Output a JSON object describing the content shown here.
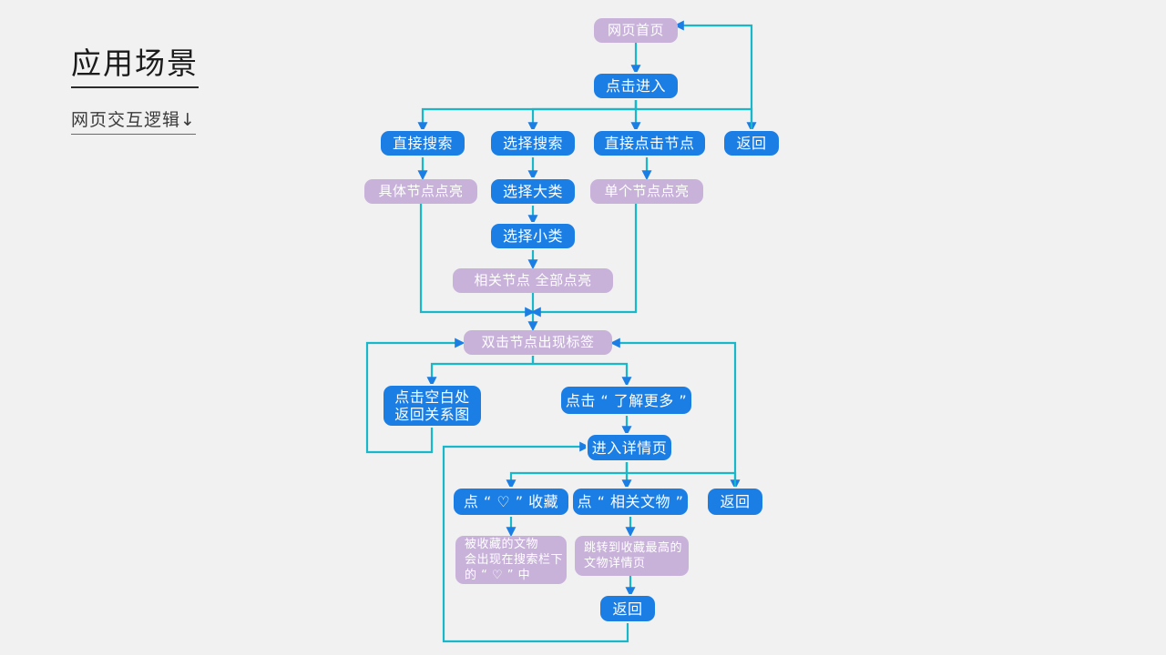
{
  "page": {
    "background_color": "#f1f1f1",
    "title": "应用场景",
    "subtitle": "网页交互逻辑↓"
  },
  "palette": {
    "blue_node": "#1a7ee5",
    "purple_node": "#c8b2da",
    "connector": "#17b8c9",
    "arrowhead": "#1a7ee5",
    "text_on_node": "#ffffff",
    "heading_text": "#1b1b1b"
  },
  "flow": {
    "nodes": [
      {
        "id": "home",
        "label": "网页首页",
        "type": "purple"
      },
      {
        "id": "enter",
        "label": "点击进入",
        "type": "blue"
      },
      {
        "id": "direct_search",
        "label": "直接搜索",
        "type": "blue"
      },
      {
        "id": "select_search",
        "label": "选择搜索",
        "type": "blue"
      },
      {
        "id": "click_node",
        "label": "直接点击节点",
        "type": "blue"
      },
      {
        "id": "back_top",
        "label": "返回",
        "type": "blue"
      },
      {
        "id": "node_lit",
        "label": "具体节点点亮",
        "type": "purple"
      },
      {
        "id": "pick_major",
        "label": "选择大类",
        "type": "blue"
      },
      {
        "id": "single_lit",
        "label": "单个节点点亮",
        "type": "purple"
      },
      {
        "id": "pick_minor",
        "label": "选择小类",
        "type": "blue"
      },
      {
        "id": "all_lit",
        "label": "相关节点 全部点亮",
        "type": "purple"
      },
      {
        "id": "dblclick_tag",
        "label": "双击节点出现标签",
        "type": "purple"
      },
      {
        "id": "blank_back",
        "label": "点击空白处\n返回关系图",
        "type": "blue"
      },
      {
        "id": "learn_more",
        "label": "点击 “ 了解更多 ”",
        "type": "blue"
      },
      {
        "id": "detail_page",
        "label": "进入详情页",
        "type": "blue"
      },
      {
        "id": "favorite",
        "label": "点 “ ♡ ” 收藏",
        "type": "blue"
      },
      {
        "id": "related",
        "label": "点 “ 相关文物 ”",
        "type": "blue"
      },
      {
        "id": "back_detail",
        "label": "返回",
        "type": "blue"
      },
      {
        "id": "fav_note",
        "label": "被收藏的文物\n会出现在搜索栏下\n的 “ ♡ ” 中",
        "type": "purple"
      },
      {
        "id": "jump_note",
        "label": "跳转到收藏最高的\n文物详情页",
        "type": "purple"
      },
      {
        "id": "back_bottom",
        "label": "返回",
        "type": "blue"
      }
    ]
  }
}
